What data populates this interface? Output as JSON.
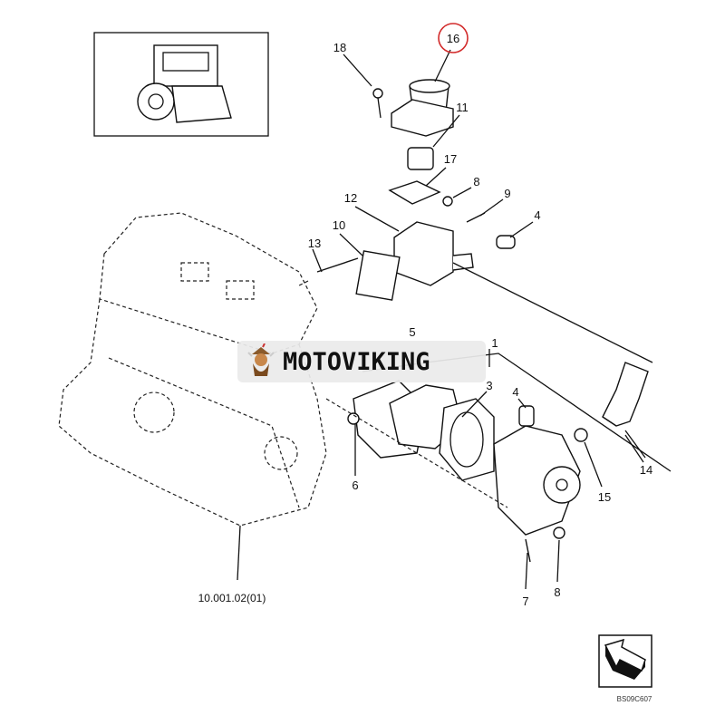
{
  "diagram": {
    "callouts": {
      "c16": "16",
      "c18": "18",
      "c11": "11",
      "c17": "17",
      "c8a": "8",
      "c9": "9",
      "c4a": "4",
      "c12": "12",
      "c10": "10",
      "c13": "13",
      "c1": "1",
      "c5": "5",
      "c3": "3",
      "c4b": "4",
      "c14": "14",
      "c15": "15",
      "c6": "6",
      "c7": "7",
      "c8b": "8"
    },
    "reference": "10.001.02(01)",
    "figure_code": "BS09C607",
    "highlight_color": "#d22b2b"
  },
  "watermark": {
    "text": "MOTOVIKING"
  },
  "icons": {
    "arrow": "return-arrow-icon",
    "engine": "engine-thumbnail"
  }
}
